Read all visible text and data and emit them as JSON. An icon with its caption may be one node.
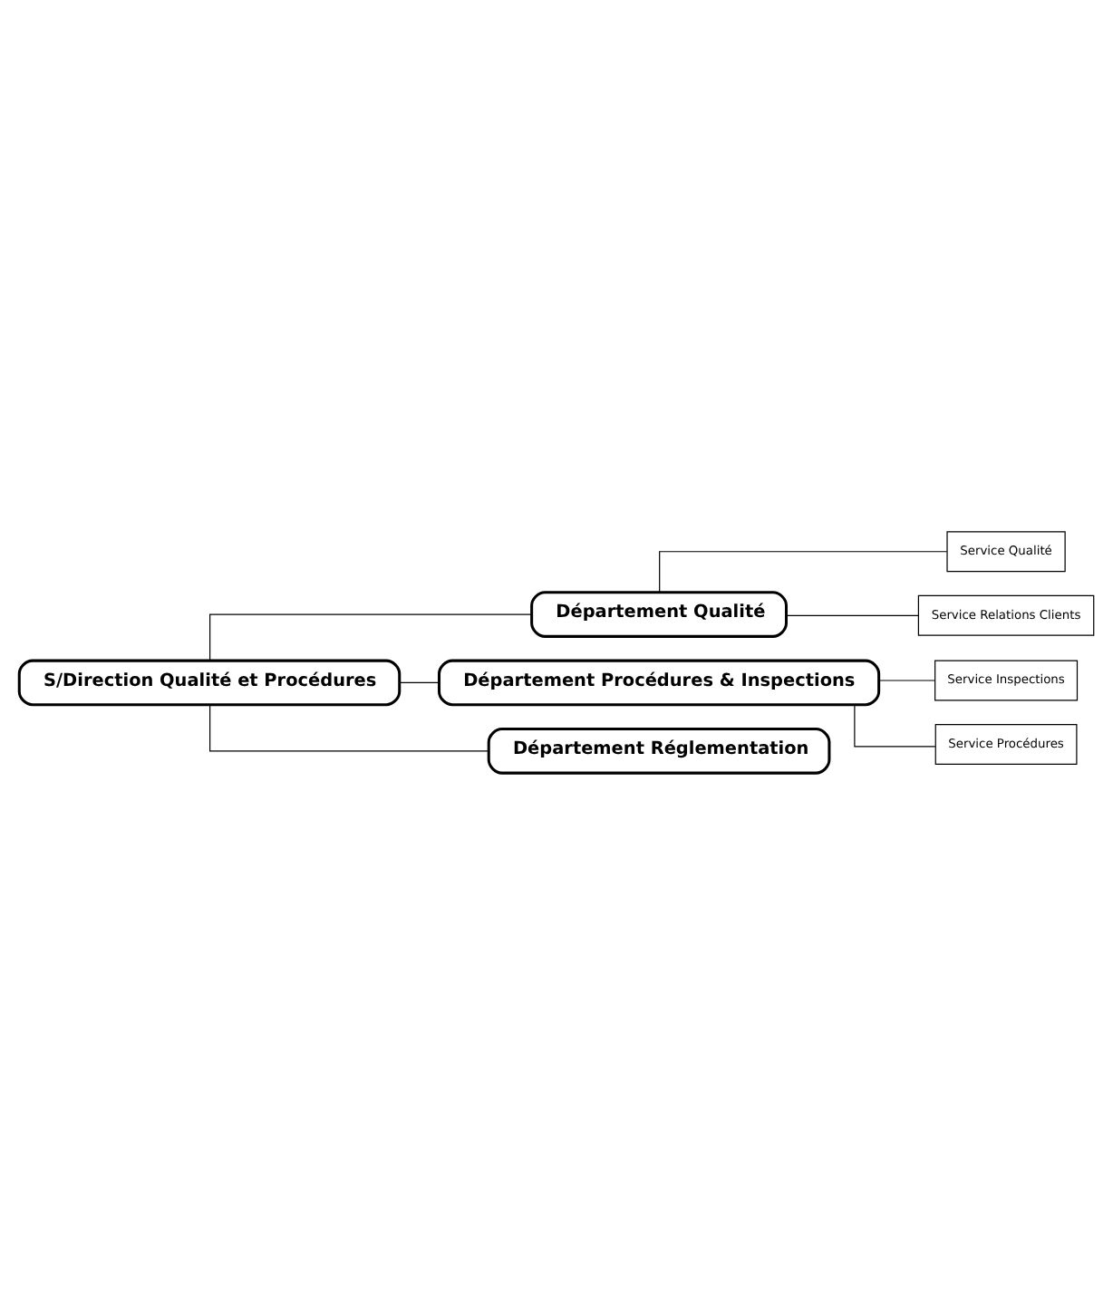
{
  "diagram": {
    "nodes": [
      {
        "text": [
          "S/Direction Qualité et Procédures"
        ]
      },
      {
        "text": [
          "Département Qualité"
        ]
      },
      {
        "text": [
          "Service Qualité"
        ]
      },
      {
        "text": [
          "Service Relations Clients"
        ]
      },
      {
        "text": [
          "Département Procédures & Inspections"
        ]
      },
      {
        "text": [
          "Service Inspections"
        ]
      },
      {
        "text": [
          "Service Procédures"
        ]
      },
      {
        "text": [
          "Département Réglementation"
        ]
      }
    ],
    "edges": [
      {
        "from": 0,
        "to": 1,
        "arrow": "none"
      },
      {
        "from": 0,
        "to": 4,
        "arrow": "none"
      },
      {
        "from": 0,
        "to": 7,
        "arrow": "none"
      },
      {
        "from": 1,
        "to": 2,
        "arrow": "none"
      },
      {
        "from": 1,
        "to": 3,
        "arrow": "none"
      },
      {
        "from": 4,
        "to": 5,
        "arrow": "none"
      },
      {
        "from": 4,
        "to": 6,
        "arrow": "none"
      }
    ]
  }
}
